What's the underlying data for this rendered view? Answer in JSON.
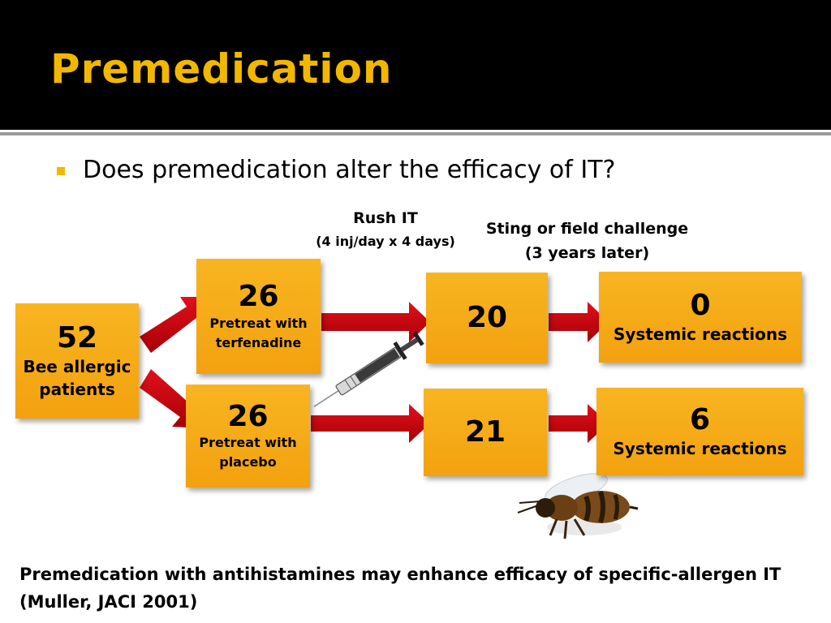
{
  "title": "Premedication",
  "bullet": "Does premedication alter the efficacy of IT?",
  "labels": {
    "rush_title": "Rush IT",
    "rush_detail": "(4 inj/day x 4 days)",
    "challenge_title": "Sting or field challenge",
    "challenge_detail": "(3 years later)"
  },
  "boxes": {
    "patients": {
      "count": "52",
      "line1": "Bee allergic",
      "line2": "patients"
    },
    "terfenadine": {
      "count": "26",
      "line1": "Pretreat with",
      "line2": "terfenadine"
    },
    "placebo": {
      "count": "26",
      "line1": "Pretreat with",
      "line2": "placebo"
    },
    "terf_completed": {
      "count": "20"
    },
    "placebo_completed": {
      "count": "21"
    },
    "terf_reactions": {
      "count": "0",
      "label": "Systemic reactions"
    },
    "placebo_reactions": {
      "count": "6",
      "label": "Systemic reactions"
    }
  },
  "footer": {
    "line1": "Premedication with antihistamines may enhance efficacy of specific-allergen IT",
    "line2": "(Muller, JACI 2001)"
  },
  "colors": {
    "accent": "#f2b800",
    "box": "#f5a813",
    "arrow": "#c8000a",
    "title_bar": "#000000"
  },
  "icons": [
    "syringe-icon",
    "bee-icon"
  ]
}
